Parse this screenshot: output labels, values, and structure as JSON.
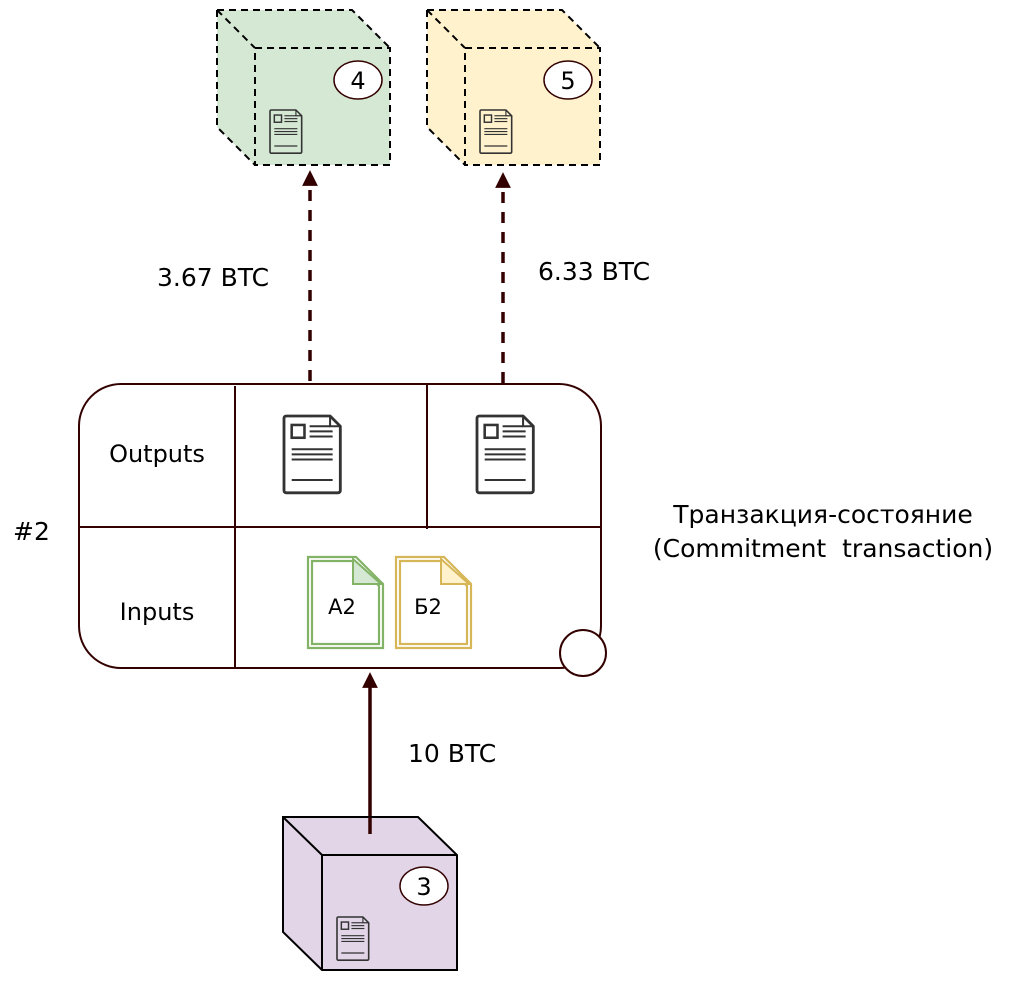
{
  "diagram": {
    "transaction_id": "#2",
    "transaction_caption_line1": "Транзакция-состояние",
    "transaction_caption_line2": "(Commitment  transaction)",
    "rows": {
      "outputs_label": "Outputs",
      "inputs_label": "Inputs"
    },
    "inputs": [
      {
        "label": "A2",
        "color": "#82b366",
        "fill": "#d5e8d4"
      },
      {
        "label": "Б2",
        "color": "#d6b656",
        "fill": "#fff2cc"
      }
    ],
    "blocks": {
      "output_left": {
        "number": "4",
        "fill": "#d5e8d4",
        "style": "dashed"
      },
      "output_right": {
        "number": "5",
        "fill": "#fff2cc",
        "style": "dashed"
      },
      "input_source": {
        "number": "3",
        "fill": "#e1d5e7",
        "style": "solid"
      }
    },
    "flows": {
      "output_left_amount": "3.67 BTC",
      "output_right_amount": "6.33 BTC",
      "input_amount": "10 BTC"
    },
    "colors": {
      "stroke": "#330000",
      "icon": "#333333"
    }
  }
}
